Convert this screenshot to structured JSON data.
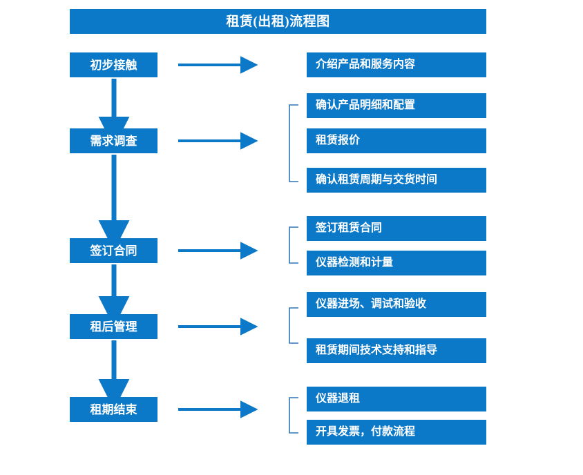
{
  "diagram": {
    "title": "租赁(出租)流程图",
    "colors": {
      "box_fill": "#0b78c8",
      "box_text": "#ffffff",
      "arrow": "#0b78c8",
      "bracket": "#2e74b5",
      "background": "#ffffff"
    },
    "stages": [
      {
        "id": "stage-1",
        "label": "初步接触"
      },
      {
        "id": "stage-2",
        "label": "需求调查"
      },
      {
        "id": "stage-3",
        "label": "签订合同"
      },
      {
        "id": "stage-4",
        "label": "租后管理"
      },
      {
        "id": "stage-5",
        "label": "租期结束"
      }
    ],
    "details": [
      {
        "id": "detail-1-1",
        "label": "介绍产品和服务内容",
        "stage": "初步接触"
      },
      {
        "id": "detail-2-1",
        "label": "确认产品明细和配置",
        "stage": "需求调查"
      },
      {
        "id": "detail-2-2",
        "label": "租赁报价",
        "stage": "需求调查"
      },
      {
        "id": "detail-2-3",
        "label": "确认租赁周期与交货时间",
        "stage": "需求调查"
      },
      {
        "id": "detail-3-1",
        "label": "签订租赁合同",
        "stage": "签订合同"
      },
      {
        "id": "detail-3-2",
        "label": "仪器检测和计量",
        "stage": "签订合同"
      },
      {
        "id": "detail-4-1",
        "label": "仪器进场、调试和验收",
        "stage": "租后管理"
      },
      {
        "id": "detail-4-2",
        "label": "租赁期间技术支持和指导",
        "stage": "租后管理"
      },
      {
        "id": "detail-5-1",
        "label": "仪器退租",
        "stage": "租期结束"
      },
      {
        "id": "detail-5-2",
        "label": "开具发票，付款流程",
        "stage": "租期结束"
      }
    ],
    "connectors": {
      "down_arrows": 4,
      "right_arrows": 5,
      "brackets": 4
    }
  }
}
